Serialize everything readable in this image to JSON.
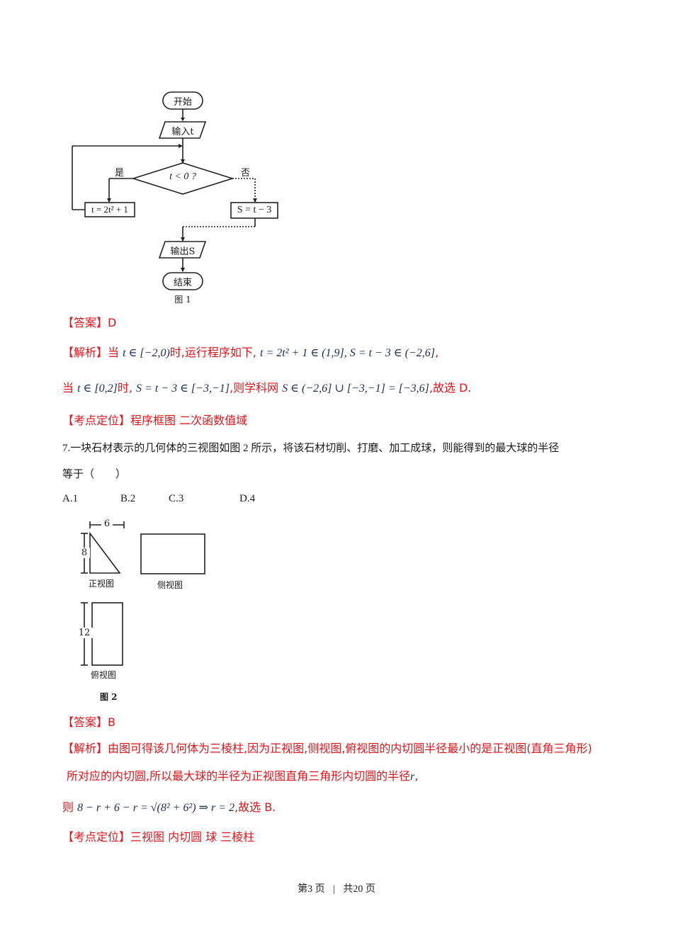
{
  "figure1": {
    "start": "开始",
    "input": "输入t",
    "decision": "t < 0 ?",
    "yes": "是",
    "no": "否",
    "yes_box": "t = 2t² + 1",
    "no_box": "S = t − 3",
    "output": "输出S",
    "end": "结束",
    "caption": "图 1"
  },
  "q6": {
    "answer_label": "【答案】",
    "answer_value": "D",
    "analysis_label": "【解析】",
    "analysis_line1_a": "当",
    "analysis_line1_math1": "t ∈ [−2,0)",
    "analysis_line1_b": "时,运行程序如下,",
    "analysis_line1_math2": "t = 2t² + 1 ∈ (1,9], S = t − 3 ∈ (−2,6]",
    "analysis_line1_c": ",",
    "analysis_line2_a": "当",
    "analysis_line2_math1": "t ∈ [0,2]",
    "analysis_line2_b": "时,",
    "analysis_line2_math2": "S = t − 3 ∈ [−3,−1]",
    "analysis_line2_c": ",则学科网",
    "analysis_line2_math3": "S ∈ (−2,6] ∪ [−3,−1] = [−3,6]",
    "analysis_line2_d": ",故选 D.",
    "topic_label": "【考点定位】",
    "topic_value": "程序框图 二次函数值域"
  },
  "q7": {
    "question_line1": "7.一块石材表示的几何体的三视图如图 2 所示，将该石材切削、打磨、加工成球，则能得到的最大球的半径",
    "question_line2": "等于（　　）",
    "options": [
      "A.1",
      "B.2",
      "C.3",
      "D.4"
    ]
  },
  "figure2": {
    "front_view": "正视图",
    "side_view": "侧视图",
    "top_view": "俯视图",
    "dim_width": "6",
    "dim_height": "8",
    "dim_depth": "12",
    "caption": "图 2"
  },
  "q7_solution": {
    "answer_label": "【答案】",
    "answer_value": "B",
    "analysis_label": "【解析】",
    "analysis_line1": "由图可得该几何体为三棱柱,因为正视图,侧视图,俯视图的内切圆半径最小的是正视图(直角三角形)",
    "analysis_line2_a": "所对应的内切圆,所以最大球的半径为正视图直角三角形内切圆的半径",
    "analysis_line2_math": "r",
    "analysis_line2_b": ",",
    "analysis_line3_a": "则",
    "analysis_line3_math": "8 − r + 6 − r = √(8² + 6²) ⇒ r = 2",
    "analysis_line3_b": ",故选 B.",
    "topic_label": "【考点定位】",
    "topic_value": "三视图 内切圆 球 三棱柱"
  },
  "footer": {
    "page": "第3 页",
    "sep": "|",
    "total": "共20 页"
  }
}
